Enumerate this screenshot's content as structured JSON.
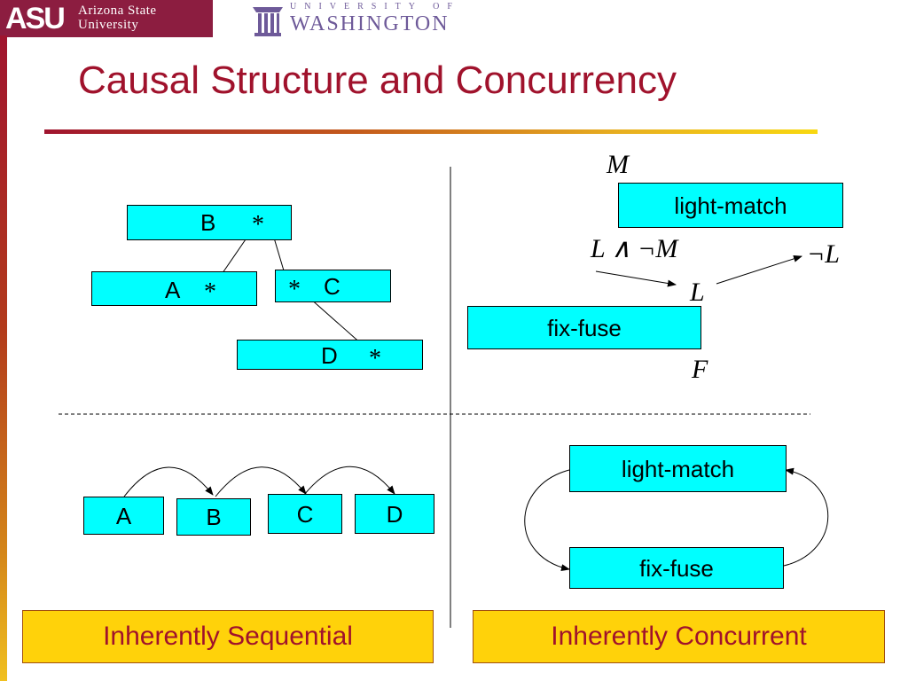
{
  "header": {
    "asu_mark": "ASU",
    "asu_line1": "Arizona State",
    "asu_line2": "University",
    "uw_line1": "UNIVERSITY OF",
    "uw_line2": "WASHINGTON"
  },
  "title": "Causal Structure and Concurrency",
  "sections": {
    "top_left": {
      "boxes": {
        "b": {
          "label": "B",
          "marker": "*"
        },
        "a": {
          "label": "A",
          "marker": "*"
        },
        "c": {
          "label": "C",
          "marker": "*"
        },
        "d": {
          "label": "D",
          "marker": "*"
        }
      }
    },
    "top_right": {
      "label_m": "M",
      "action_top": "light-match",
      "formula": "L ∧ ¬M",
      "label_not_l": "¬L",
      "label_l": "L",
      "action_bottom": "fix-fuse",
      "label_f": "F"
    },
    "bottom_left": {
      "boxes": [
        "A",
        "B",
        "C",
        "D"
      ]
    },
    "bottom_right": {
      "action_top": "light-match",
      "action_bottom": "fix-fuse"
    }
  },
  "captions": {
    "left": "Inherently Sequential",
    "right": "Inherently Concurrent"
  },
  "colors": {
    "title": "#a0122c",
    "action_box": "#00ffff",
    "caption_box": "#ffd20a",
    "asu_maroon": "#8c1d40",
    "uw_purple": "#6e5a99"
  }
}
